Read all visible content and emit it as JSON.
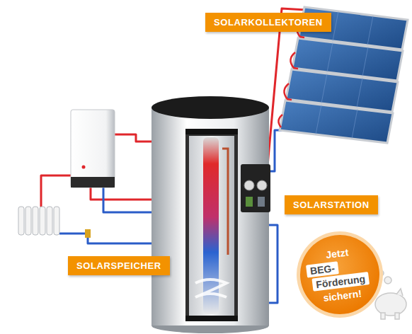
{
  "diagram": {
    "nodes": [
      {
        "text": [
          "SOLARKOLLEKTOREN"
        ]
      },
      {
        "text": [
          "SOLARSTATION"
        ]
      },
      {
        "text": [
          "SOLARSPEICHER"
        ]
      },
      {
        "text": [
          "Jetzt",
          "BEG-",
          "Förderung",
          "sichern!"
        ]
      }
    ]
  }
}
